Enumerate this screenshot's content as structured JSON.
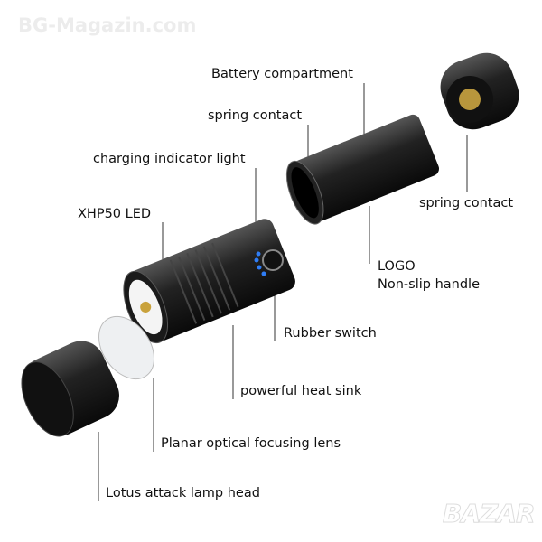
{
  "watermark": "BG-Magazin.com",
  "brand_logo": "BAZAR",
  "labels": {
    "battery_compartment": "Battery compartment",
    "spring_contact_top": "spring contact",
    "charging_indicator": "charging indicator light",
    "xhp50_led": "XHP50 LED",
    "spring_contact_right": "spring contact",
    "logo": "LOGO",
    "non_slip_handle": "Non-slip handle",
    "rubber_switch": "Rubber switch",
    "heat_sink": "powerful heat sink",
    "lens": "Planar optical focusing lens",
    "lamp_head": "Lotus attack lamp head"
  }
}
